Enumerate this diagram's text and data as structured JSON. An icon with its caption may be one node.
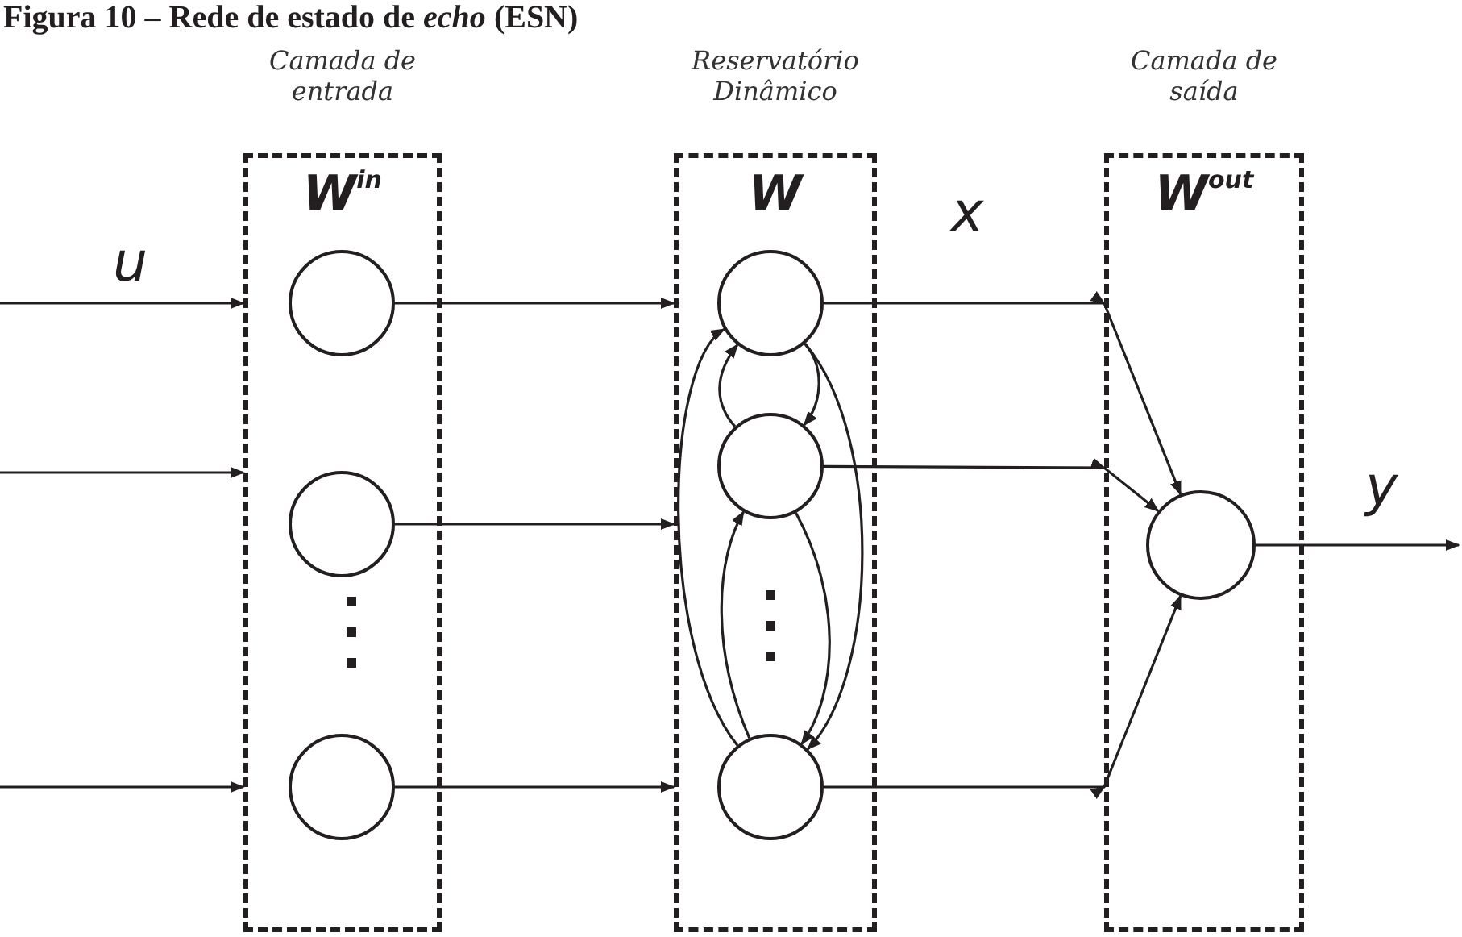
{
  "diagram": {
    "title": "Figura 10 – Rede de estado de *echo* (ESN)",
    "nodes": [
      {
        "text": [
          "Camada de entrada",
          "W$^{in}$"
        ]
      },
      {
        "text": [
          "Reservatório Dinâmico",
          "W"
        ]
      },
      {
        "text": [
          "Camada de saída",
          "W$^{out}$"
        ]
      },
      {
        "text": [],
        "shape": "circle",
        "in": 0
      },
      {
        "text": [],
        "shape": "circle",
        "in": 0
      },
      {
        "text": [],
        "shape": "circle",
        "in": 0
      },
      {
        "text": [],
        "shape": "circle",
        "in": 1
      },
      {
        "text": [],
        "shape": "circle",
        "in": 1
      },
      {
        "text": [],
        "shape": "circle",
        "in": 1
      },
      {
        "text": [],
        "shape": "circle",
        "in": 2
      }
    ],
    "edges": [
      {
        "from": null,
        "to": 0,
        "arrow": "to"
      },
      {
        "from": null,
        "to": 0,
        "arrow": "to"
      },
      {
        "from": null,
        "to": 0,
        "arrow": "to"
      },
      {
        "from": 3,
        "to": 1,
        "arrow": "to"
      },
      {
        "from": 4,
        "to": 1,
        "arrow": "to"
      },
      {
        "from": 5,
        "to": 1,
        "arrow": "to"
      },
      {
        "from": 6,
        "to": 9,
        "arrow": "to"
      },
      {
        "from": 7,
        "to": 9,
        "arrow": "to"
      },
      {
        "from": 8,
        "to": 9,
        "arrow": "to"
      },
      {
        "from": 9,
        "to": null,
        "arrow": "to"
      },
      {
        "from": 6,
        "to": 7,
        "arrow": "to"
      },
      {
        "from": 7,
        "to": 6,
        "arrow": "to"
      },
      {
        "from": 6,
        "to": 8,
        "arrow": "to"
      },
      {
        "from": 8,
        "to": 6,
        "arrow": "to"
      },
      {
        "from": 8,
        "to": 7,
        "arrow": "to"
      },
      {
        "from": 7,
        "to": 8,
        "arrow": "to"
      }
    ],
    "labels": [
      "u",
      "x",
      "y"
    ]
  }
}
